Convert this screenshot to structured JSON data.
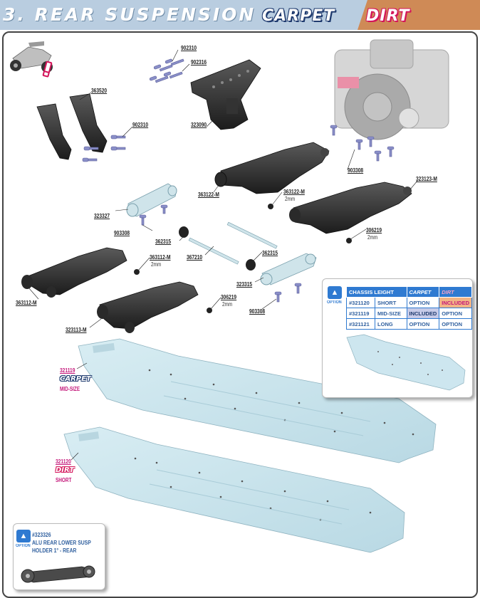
{
  "header": {
    "title": "3. REAR SUSPENSION",
    "carpet": "CARPET",
    "dirt": "DIRT"
  },
  "parts": {
    "p902310a": "902310",
    "p902316": "902316",
    "p363520": "363520",
    "p902310b": "902310",
    "p323090": "323090",
    "p903308a": "903308",
    "p323123m": "323123-M",
    "p363122m_a": "363122-M",
    "p363122m_b": "363122-M",
    "p363122m_b_size": "2mm",
    "p323327": "323327",
    "p903308b": "903308",
    "p362315a": "362315",
    "p306219a": "306219",
    "p306219a_size": "2mm",
    "p363112m_a": "363112-M",
    "p363112m_a_size": "2mm",
    "p367210": "367210",
    "p362315b": "362315",
    "p323315": "323315",
    "p363112m_b": "363112-M",
    "p306219b": "306219",
    "p306219b_size": "2mm",
    "p903308c": "903308",
    "p323113m": "323113-M",
    "p321119": "321119",
    "p321119_logo": "CARPET",
    "p321119_size": "MID-SIZE",
    "p321120": "321120",
    "p321120_logo": "DIRT",
    "p321120_size": "SHORT"
  },
  "option_chassis": {
    "icon_label": "OPTION",
    "header": [
      "CHASSIS LEIGHT",
      "CARPET",
      "DIRT"
    ],
    "rows": [
      [
        "#321120",
        "SHORT",
        "OPTION",
        "INCLUDED"
      ],
      [
        "#321119",
        "MID-SIZE",
        "INCLUDED",
        "OPTION"
      ],
      [
        "#321121",
        "LONG",
        "OPTION",
        "OPTION"
      ]
    ]
  },
  "option_holder": {
    "icon_label": "OPTION",
    "code": "#323326",
    "line1": "ALU REAR LOWER SUSP",
    "line2": "HOLDER 1° - REAR"
  },
  "colors": {
    "header_bg": "#b9cde0",
    "dirt_bg": "#cf8a56",
    "option_blue": "#2f7ad1",
    "dirt_pink": "#d4145a",
    "carpet_navy": "#1e3a6e",
    "chassis_blue": "#cde6ef"
  },
  "icons": [
    "thumbs-up-icon",
    "warning-exclamation-icon"
  ]
}
